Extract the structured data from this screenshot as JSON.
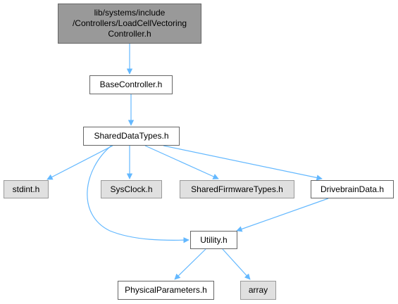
{
  "diagram": {
    "edge_color": "#63b8ff",
    "nodes": [
      {
        "id": "root",
        "lines": [
          "lib/systems/include",
          "/Controllers/LoadCellVectoring",
          "Controller.h"
        ],
        "style": "root",
        "fill": "#999999"
      },
      {
        "id": "base",
        "lines": [
          "BaseController.h"
        ],
        "style": "normal",
        "fill": "#ffffff"
      },
      {
        "id": "shared",
        "lines": [
          "SharedDataTypes.h"
        ],
        "style": "normal",
        "fill": "#ffffff"
      },
      {
        "id": "stdint",
        "lines": [
          "stdint.h"
        ],
        "style": "system",
        "fill": "#e0e0e0"
      },
      {
        "id": "sysclock",
        "lines": [
          "SysClock.h"
        ],
        "style": "system",
        "fill": "#e0e0e0"
      },
      {
        "id": "sharedfw",
        "lines": [
          "SharedFirmwareTypes.h"
        ],
        "style": "system",
        "fill": "#e0e0e0"
      },
      {
        "id": "drivebrain",
        "lines": [
          "DrivebrainData.h"
        ],
        "style": "normal",
        "fill": "#ffffff"
      },
      {
        "id": "utility",
        "lines": [
          "Utility.h"
        ],
        "style": "normal",
        "fill": "#ffffff"
      },
      {
        "id": "physical",
        "lines": [
          "PhysicalParameters.h"
        ],
        "style": "normal",
        "fill": "#ffffff"
      },
      {
        "id": "array",
        "lines": [
          "array"
        ],
        "style": "system",
        "fill": "#e0e0e0"
      }
    ],
    "edges": [
      {
        "from": "root",
        "to": "base"
      },
      {
        "from": "base",
        "to": "shared"
      },
      {
        "from": "shared",
        "to": "stdint"
      },
      {
        "from": "shared",
        "to": "sysclock"
      },
      {
        "from": "shared",
        "to": "sharedfw"
      },
      {
        "from": "shared",
        "to": "drivebrain"
      },
      {
        "from": "shared",
        "to": "utility"
      },
      {
        "from": "drivebrain",
        "to": "utility"
      },
      {
        "from": "utility",
        "to": "physical"
      },
      {
        "from": "utility",
        "to": "array"
      }
    ]
  }
}
